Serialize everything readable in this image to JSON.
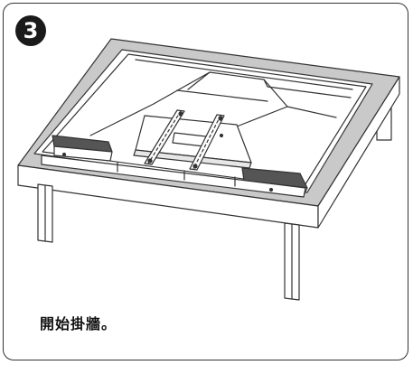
{
  "step": {
    "number": "3"
  },
  "illustration": {
    "icon": "tv-on-table-illustration",
    "line_color": "#333333",
    "table_top_color": "#c8c8c8",
    "speaker_grille_color": "#555555"
  },
  "caption": {
    "text": "開始掛牆。"
  }
}
